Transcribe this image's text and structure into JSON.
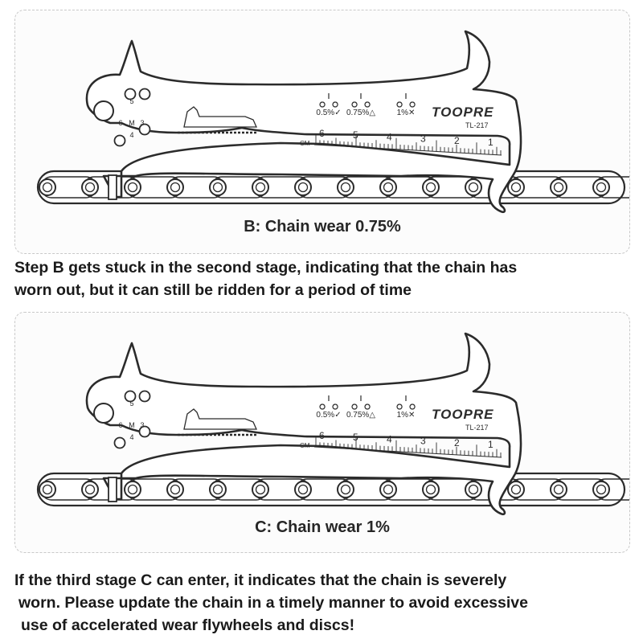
{
  "tool": {
    "brand": "TOOPRE",
    "model": "TL-217",
    "wear_marks": [
      "0.5%✓",
      "0.75%△",
      "1%✕"
    ],
    "hole_labels": [
      "5",
      "6",
      "M",
      "3",
      "4"
    ],
    "ruler_unit": "CM",
    "ruler_numbers": [
      "6",
      "5",
      "4",
      "3",
      "2",
      "1"
    ]
  },
  "panels": [
    {
      "caption": "B: Chain wear 0.75%",
      "wear_percent": 0.75
    },
    {
      "caption": "C: Chain wear 1%",
      "wear_percent": 1
    }
  ],
  "notes": {
    "step_b": [
      "Step B gets stuck in the second stage, indicating that the chain has",
      "worn out, but it can still be ridden for a period of time"
    ],
    "step_c": [
      "If the third stage C can enter, it indicates that the chain is severely",
      "worn. Please update the chain in a timely manner to avoid excessive",
      "use of accelerated wear flywheels and discs!"
    ]
  }
}
